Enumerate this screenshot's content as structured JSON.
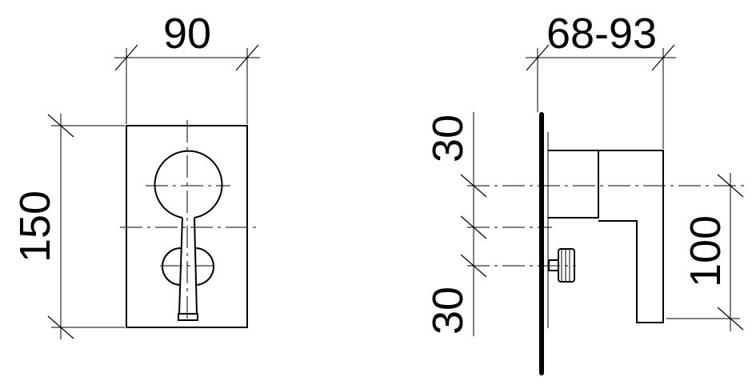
{
  "front_view": {
    "width_label": "90",
    "height_label": "150"
  },
  "side_view": {
    "depth_label": "68-93",
    "upper_spacing_label": "30",
    "lower_spacing_label": "30",
    "handle_height_label": "100"
  }
}
